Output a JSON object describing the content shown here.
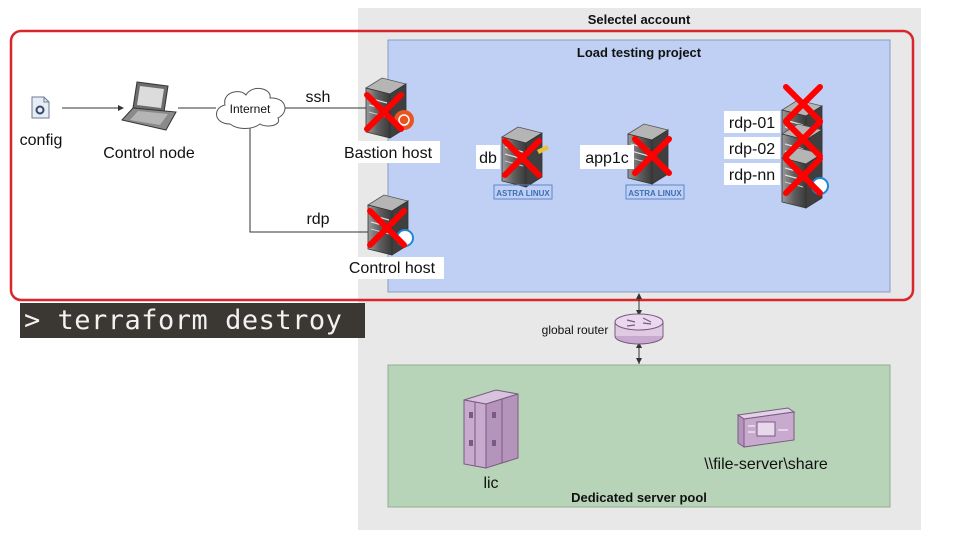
{
  "containers": {
    "account_title": "Selectel account",
    "project_title": "Load testing project",
    "pool_title": "Dedicated server pool"
  },
  "nodes": {
    "config": "config",
    "control_node": "Control node",
    "internet": "Internet",
    "bastion": "Bastion host",
    "control_host": "Control host",
    "db": "db",
    "app": "app1c",
    "rdp_01": "rdp-01",
    "rdp_02": "rdp-02",
    "rdp_nn": "rdp-nn",
    "router": "global router",
    "lic": "lic",
    "file_server": "\\\\file-server\\share",
    "astra_db": "ASTRA LINUX",
    "astra_app": "ASTRA LINUX"
  },
  "edges": {
    "ssh": "ssh",
    "rdp": "rdp"
  },
  "command": "> terraform destroy",
  "colors": {
    "account_bg": "#e8e8e8",
    "project_bg": "#c0d0f5",
    "pool_bg": "#b8d4b8",
    "highlight": "#d9262c",
    "cross": "#ff0000",
    "terminal_bg": "#3b3834"
  }
}
